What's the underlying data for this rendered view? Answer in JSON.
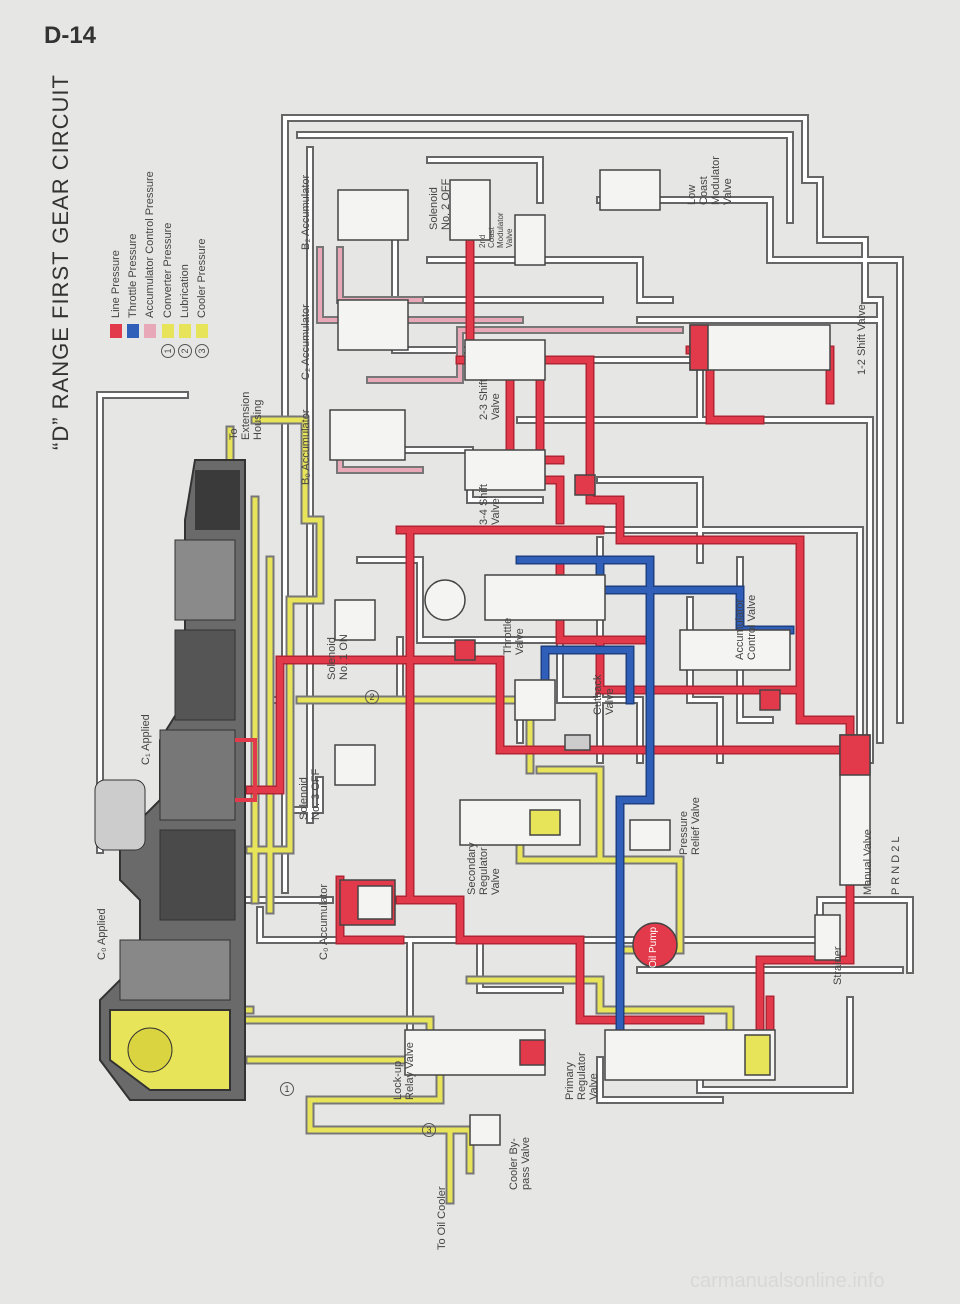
{
  "page": {
    "number": "D-14",
    "title": "“D” RANGE FIRST GEAR CIRCUIT",
    "watermark": "carmanualsonline.info"
  },
  "colors": {
    "line_pressure": "#e23a4a",
    "throttle_pressure": "#2f5fb8",
    "accumulator_control_pressure": "#e8a8b8",
    "converter_pressure": "#e8e45a",
    "lubrication": "#e8e45a",
    "cooler_pressure": "#e8e45a",
    "passage": "#ffffff",
    "outline": "#555555"
  },
  "legend": [
    {
      "label": "Line Pressure",
      "num": "",
      "color": "#e23a4a"
    },
    {
      "label": "Throttle Pressure",
      "num": "",
      "color": "#2f5fb8"
    },
    {
      "label": "Accumulator Control Pressure",
      "num": "",
      "color": "#e8a8b8"
    },
    {
      "label": "Converter Pressure",
      "num": "1",
      "color": "#e8e45a"
    },
    {
      "label": "Lubrication",
      "num": "2",
      "color": "#e8e45a"
    },
    {
      "label": "Cooler Pressure",
      "num": "3",
      "color": "#e8e45a"
    }
  ],
  "labels": {
    "c0_applied": "C₀ Applied",
    "c1_applied": "C₁ Applied",
    "to_extension": "To",
    "extension": "Extension",
    "housing": "Housing",
    "b2_accumulator": "B₂ Accumulator",
    "c2_accumulator": "C₂ Accumulator",
    "b0_accumulator": "B₀ Accumulator",
    "c0_accumulator": "C₀ Accumulator",
    "solenoid2_a": "Solenoid",
    "solenoid2_b": "No. 2 OFF",
    "solenoid1_a": "Solenoid",
    "solenoid1_b": "No. 1 ON",
    "solenoid3_a": "Solenoid",
    "solenoid3_b": "No. 3 OFF",
    "coast_a": "2nd",
    "coast_b": "Coast",
    "coast_c": "Modulator",
    "coast_d": "Valve",
    "low_a": "Low",
    "low_b": "Coast",
    "low_c": "Modulator",
    "low_d": "Valve",
    "shift23_a": "2-3 Shift",
    "shift23_b": "Valve",
    "shift34_a": "3-4 Shift",
    "shift34_b": "Valve",
    "shift12": "1-2 Shift Valve",
    "throttle_a": "Throttle",
    "throttle_b": "Valve",
    "cutback_a": "Cutback",
    "cutback_b": "Valve",
    "acc_ctrl_a": "Accumulator",
    "acc_ctrl_b": "Control Valve",
    "secondary_a": "Secondary",
    "secondary_b": "Regulator",
    "secondary_c": "Valve",
    "primary_a": "Primary",
    "primary_b": "Regulator",
    "primary_c": "Valve",
    "relief_a": "Pressure",
    "relief_b": "Relief Valve",
    "lockup_a": "Lock-up",
    "lockup_b": "Relay Valve",
    "cooler_bypass_a": "Cooler By-",
    "cooler_bypass_b": "pass Valve",
    "to_oil_cooler": "To Oil Cooler",
    "oil_pump": "Oil Pump",
    "strainer": "Strainer",
    "manual_valve": "Manual Valve",
    "circle1": "1",
    "circle2": "2",
    "circle3": "3"
  }
}
